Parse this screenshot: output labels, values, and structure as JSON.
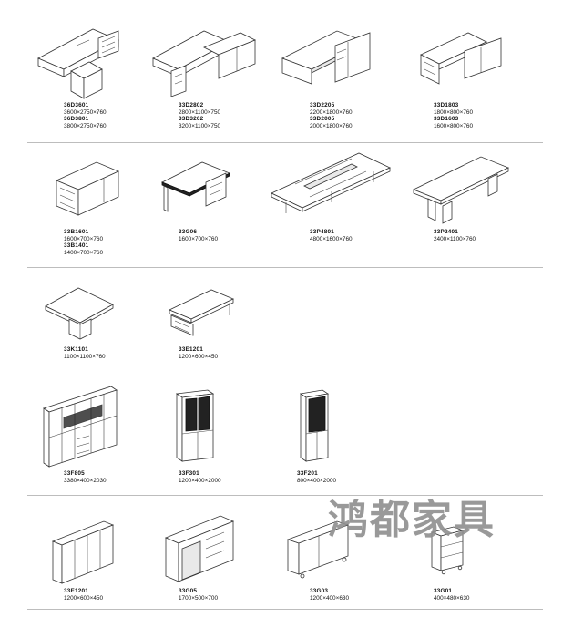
{
  "watermark": "鸿都家具",
  "rows": [
    {
      "items": [
        {
          "lines": [
            {
              "code": "36D3601",
              "dim": "3600×2750×760"
            },
            {
              "code": "36D3801",
              "dim": "3800×2750×760"
            }
          ]
        },
        {
          "lines": [
            {
              "code": "33D2802",
              "dim": "2800×1100×750"
            },
            {
              "code": "33D3202",
              "dim": "3200×1100×750"
            }
          ]
        },
        {
          "lines": [
            {
              "code": "33D2205",
              "dim": "2200×1800×760"
            },
            {
              "code": "33D2005",
              "dim": "2000×1800×760"
            }
          ]
        },
        {
          "lines": [
            {
              "code": "33D1803",
              "dim": "1800×800×760"
            },
            {
              "code": "33D1603",
              "dim": "1600×800×760"
            }
          ]
        }
      ]
    },
    {
      "items": [
        {
          "lines": [
            {
              "code": "33B1601",
              "dim": "1600×700×760"
            },
            {
              "code": "33B1401",
              "dim": "1400×700×760"
            }
          ]
        },
        {
          "lines": [
            {
              "code": "33G06",
              "dim": "1600×700×760"
            }
          ]
        },
        {
          "lines": [
            {
              "code": "33P4801",
              "dim": "4800×1600×760"
            }
          ]
        },
        {
          "lines": [
            {
              "code": "33P2401",
              "dim": "2400×1100×760"
            }
          ]
        }
      ]
    },
    {
      "items": [
        {
          "lines": [
            {
              "code": "33K1101",
              "dim": "1100×1100×760"
            }
          ]
        },
        {
          "lines": [
            {
              "code": "33E1201",
              "dim": "1200×600×450"
            }
          ]
        }
      ]
    },
    {
      "items": [
        {
          "lines": [
            {
              "code": "33F805",
              "dim": "3380×400×2030"
            }
          ]
        },
        {
          "lines": [
            {
              "code": "33F301",
              "dim": "1200×400×2000"
            }
          ]
        },
        {
          "lines": [
            {
              "code": "33F201",
              "dim": "800×400×2000"
            }
          ]
        }
      ]
    },
    {
      "items": [
        {
          "lines": [
            {
              "code": "33E1201",
              "dim": "1200×600×450"
            }
          ]
        },
        {
          "lines": [
            {
              "code": "33G05",
              "dim": "1700×500×700"
            }
          ]
        },
        {
          "lines": [
            {
              "code": "33G03",
              "dim": "1200×400×630"
            }
          ]
        },
        {
          "lines": [
            {
              "code": "33G01",
              "dim": "400×480×630"
            }
          ]
        }
      ]
    }
  ]
}
